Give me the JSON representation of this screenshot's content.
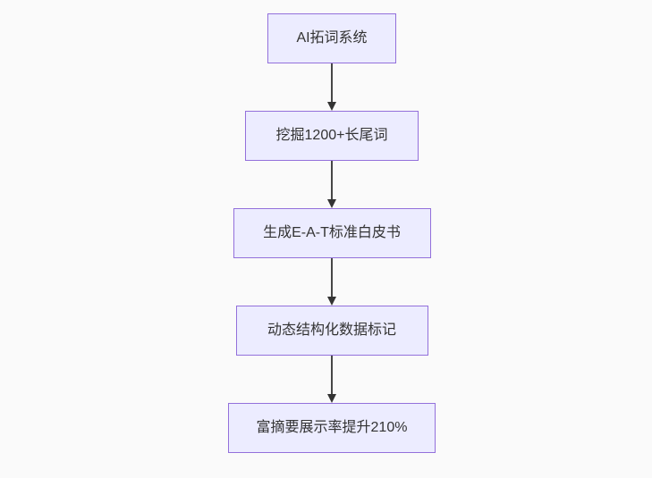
{
  "diagram": {
    "type": "flowchart",
    "direction": "top-down",
    "nodes": [
      {
        "id": "n1",
        "label": "AI拓词系统"
      },
      {
        "id": "n2",
        "label": "挖掘1200+长尾词"
      },
      {
        "id": "n3",
        "label": "生成E-A-T标准白皮书"
      },
      {
        "id": "n4",
        "label": "动态结构化数据标记"
      },
      {
        "id": "n5",
        "label": "富摘要展示率提升210%"
      }
    ],
    "edges": [
      {
        "from": "n1",
        "to": "n2",
        "style": "arrow-down"
      },
      {
        "from": "n2",
        "to": "n3",
        "style": "arrow-down"
      },
      {
        "from": "n3",
        "to": "n4",
        "style": "arrow-down"
      },
      {
        "from": "n4",
        "to": "n5",
        "style": "arrow-down"
      }
    ]
  },
  "colors": {
    "background": "#fafafa",
    "node-fill": "#ececff",
    "node-border": "#9370db",
    "arrow": "#333333",
    "text": "#333333"
  }
}
